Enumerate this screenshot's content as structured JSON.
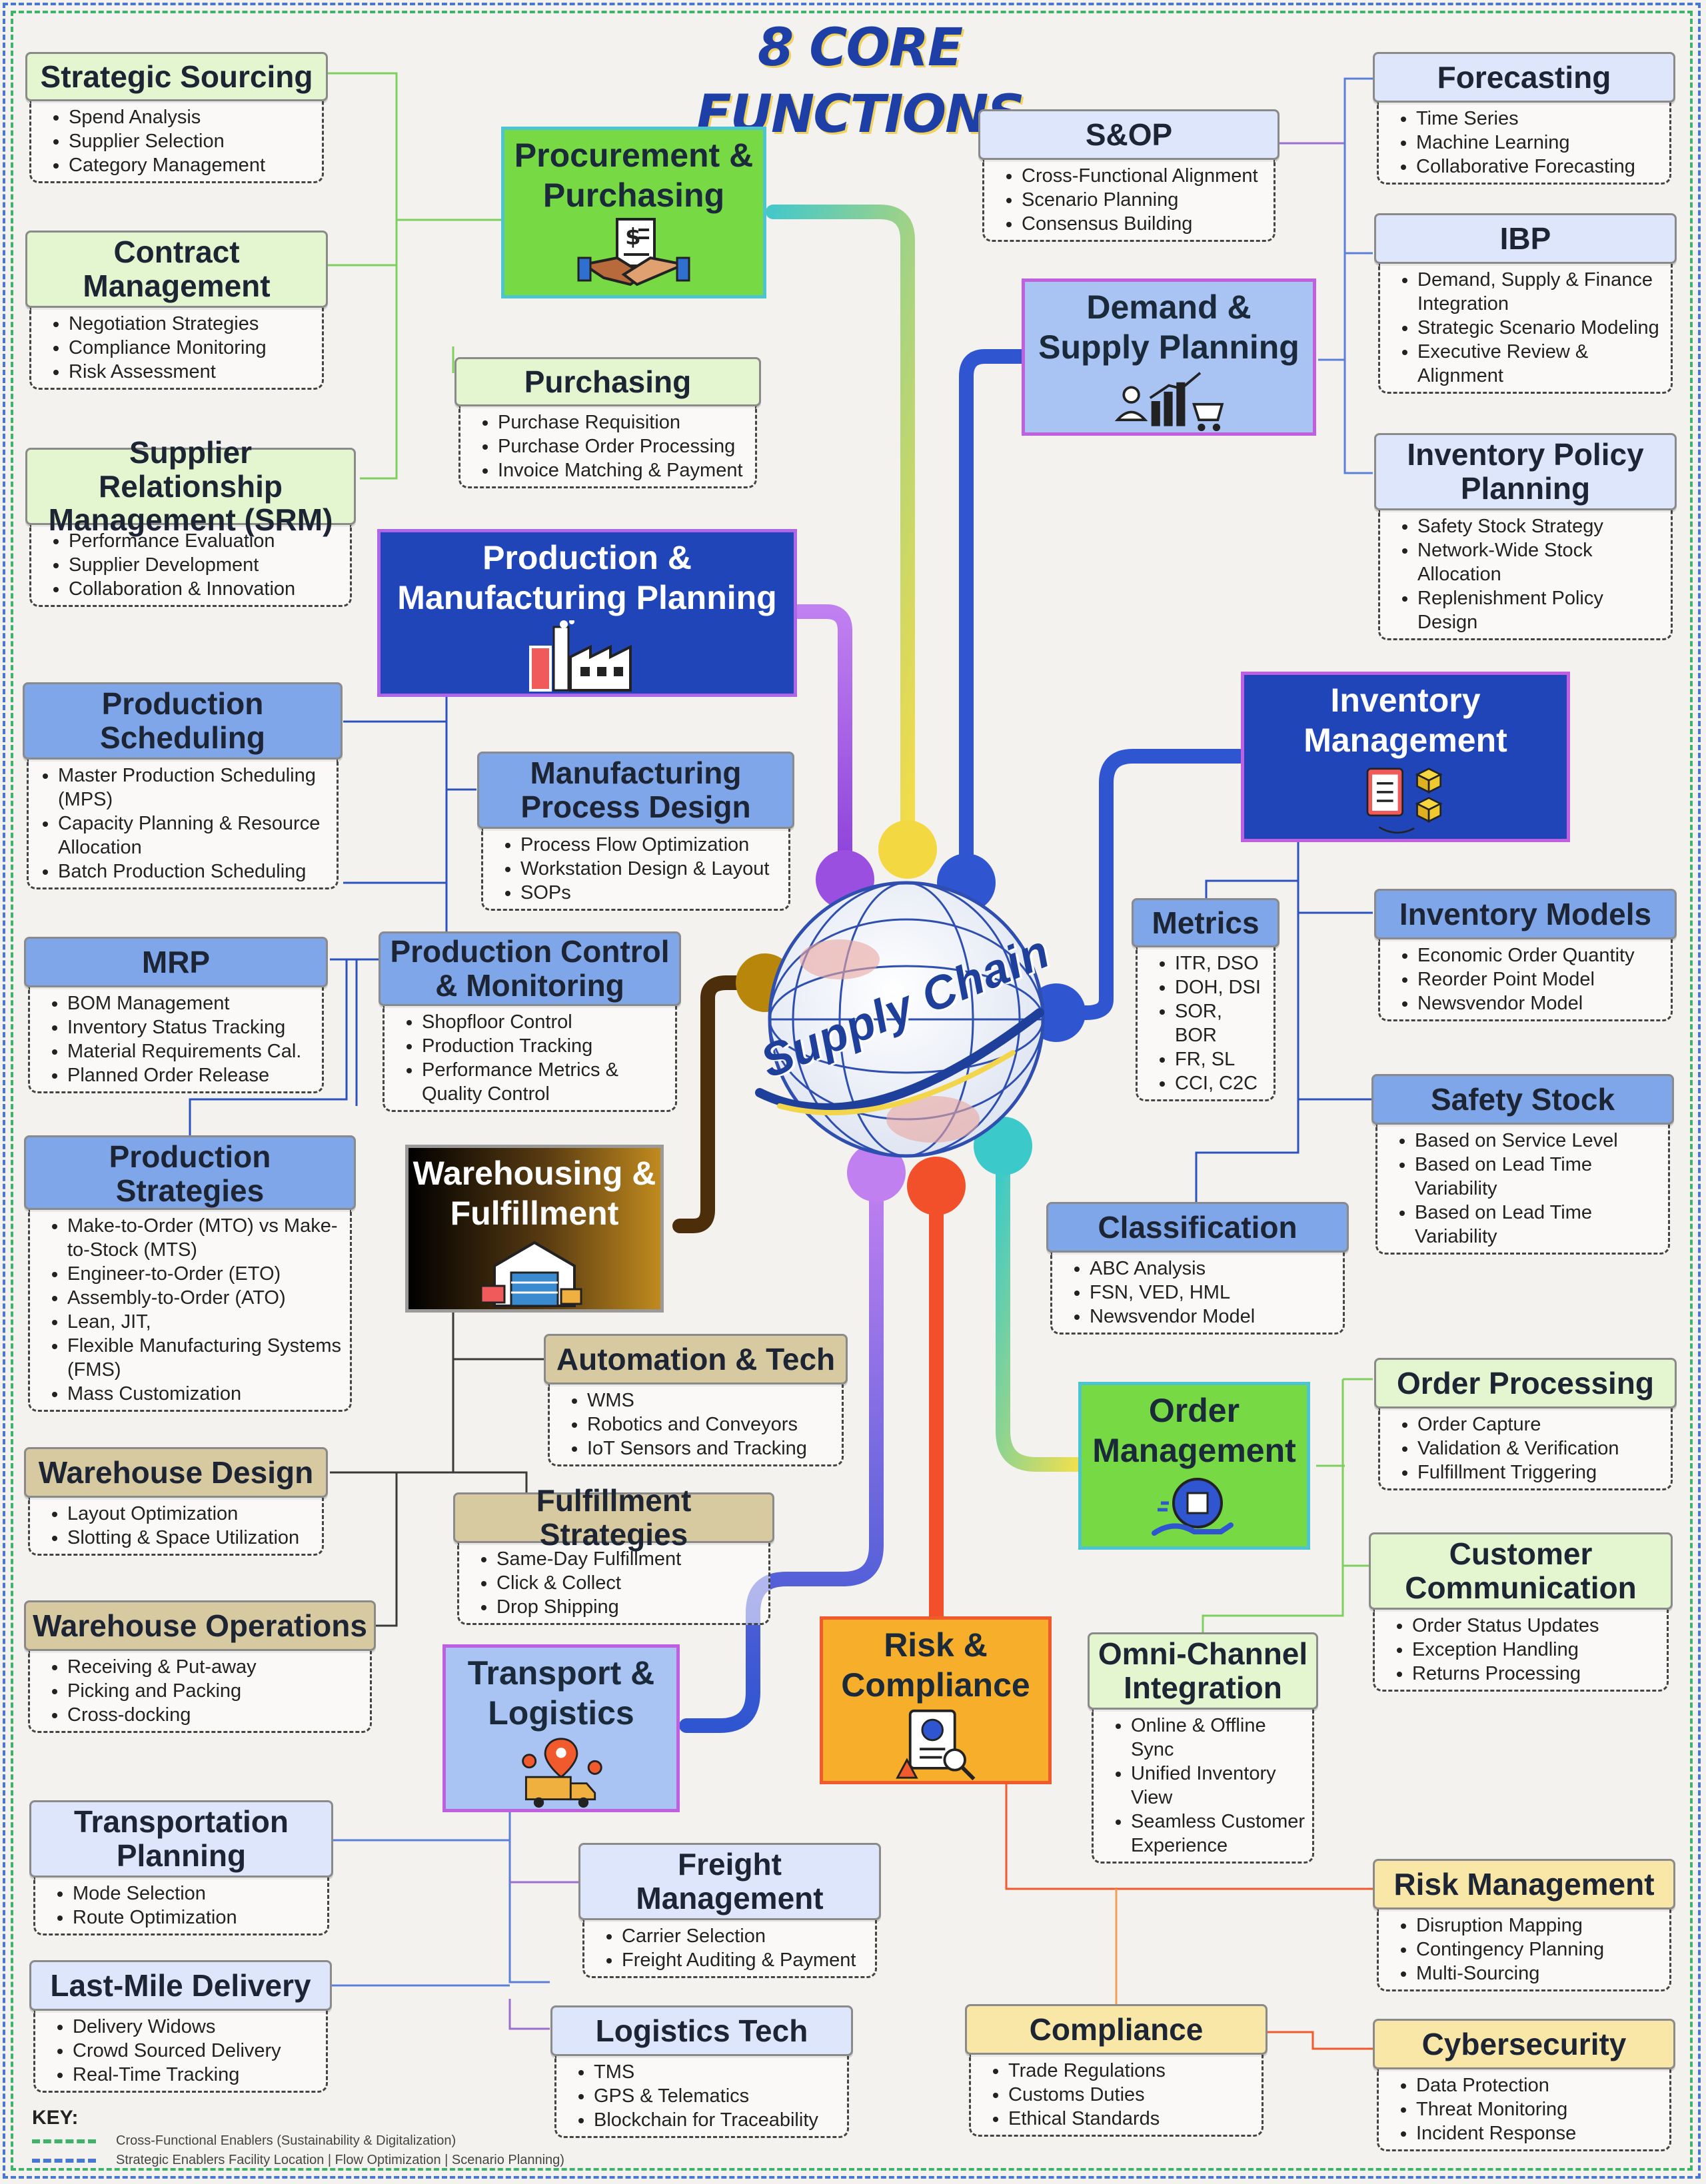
{
  "title": "8 CORE FUNCTIONS",
  "hub": {
    "label": "Supply Chain"
  },
  "colors": {
    "procurement": "#77d944",
    "demand": "#a9c4f3",
    "production": "#1f45b8",
    "inventory": "#1f45b8",
    "order": "#77d944",
    "risk": "#f7ae2a",
    "transport": "#a9c4f3"
  },
  "functions": {
    "procurement": "Procurement & Purchasing",
    "demand": "Demand & Supply Planning",
    "production": "Production & Manufacturing Planning",
    "inventory": "Inventory Management",
    "warehousing": "Warehousing & Fulfillment",
    "order": "Order Management",
    "risk": "Risk & Compliance",
    "transport": "Transport & Logistics"
  },
  "subs": {
    "strategic_sourcing": {
      "title": "Strategic Sourcing",
      "items": [
        "Spend Analysis",
        "Supplier Selection",
        "Category Management"
      ]
    },
    "contract_management": {
      "title": "Contract Management",
      "items": [
        "Negotiation Strategies",
        "Compliance Monitoring",
        "Risk Assessment"
      ]
    },
    "purchasing": {
      "title": "Purchasing",
      "items": [
        "Purchase Requisition",
        "Purchase Order Processing",
        "Invoice Matching & Payment"
      ]
    },
    "srm": {
      "title": "Supplier Relationship Management (SRM)",
      "items": [
        "Performance Evaluation",
        "Supplier Development",
        "Collaboration & Innovation"
      ]
    },
    "sop": {
      "title": "S&OP",
      "items": [
        "Cross-Functional Alignment",
        "Scenario Planning",
        "Consensus Building"
      ]
    },
    "forecasting": {
      "title": "Forecasting",
      "items": [
        "Time Series",
        "Machine Learning",
        "Collaborative Forecasting"
      ]
    },
    "ibp": {
      "title": "IBP",
      "items": [
        "Demand, Supply & Finance Integration",
        "Strategic Scenario Modeling",
        "Executive Review & Alignment"
      ]
    },
    "inventory_policy": {
      "title": "Inventory Policy Planning",
      "items": [
        "Safety Stock Strategy",
        "Network-Wide Stock Allocation",
        "Replenishment Policy Design"
      ]
    },
    "production_scheduling": {
      "title": "Production Scheduling",
      "items": [
        "Master Production Scheduling (MPS)",
        "Capacity Planning & Resource Allocation",
        "Batch Production Scheduling"
      ]
    },
    "manufacturing_process": {
      "title": "Manufacturing Process Design",
      "items": [
        "Process Flow Optimization",
        "Workstation Design & Layout",
        "SOPs"
      ]
    },
    "mrp": {
      "title": "MRP",
      "items": [
        "BOM Management",
        "Inventory Status Tracking",
        "Material Requirements Cal.",
        "Planned Order Release"
      ]
    },
    "production_control": {
      "title": "Production Control & Monitoring",
      "items": [
        "Shopfloor Control",
        "Production Tracking",
        "Performance Metrics & Quality Control"
      ]
    },
    "production_strategies": {
      "title": "Production Strategies",
      "items": [
        "Make-to-Order (MTO) vs Make-to-Stock (MTS)",
        "Engineer-to-Order (ETO)",
        "Assembly-to-Order (ATO)",
        "Lean, JIT,",
        "Flexible Manufacturing Systems (FMS)",
        "Mass Customization"
      ]
    },
    "metrics": {
      "title": "Metrics",
      "items": [
        "ITR, DSO",
        "DOH, DSI",
        "SOR, BOR",
        "FR, SL",
        "CCI, C2C"
      ]
    },
    "inventory_models": {
      "title": "Inventory Models",
      "items": [
        "Economic Order Quantity",
        "Reorder Point Model",
        "Newsvendor Model"
      ]
    },
    "safety_stock": {
      "title": "Safety Stock",
      "items": [
        "Based on Service Level",
        "Based on Lead Time Variability",
        "Based on Lead Time Variability"
      ]
    },
    "classification": {
      "title": "Classification",
      "items": [
        "ABC Analysis",
        "FSN, VED, HML",
        "Newsvendor Model"
      ]
    },
    "automation": {
      "title": "Automation & Tech",
      "items": [
        "WMS",
        "Robotics and Conveyors",
        "IoT Sensors and Tracking"
      ]
    },
    "warehouse_design": {
      "title": "Warehouse Design",
      "items": [
        "Layout Optimization",
        "Slotting & Space Utilization"
      ]
    },
    "fulfillment_strategies": {
      "title": "Fulfillment Strategies",
      "items": [
        "Same-Day Fulfillment",
        "Click & Collect",
        "Drop Shipping"
      ]
    },
    "warehouse_operations": {
      "title": "Warehouse Operations",
      "items": [
        "Receiving & Put-away",
        "Picking and Packing",
        "Cross-docking"
      ]
    },
    "order_processing": {
      "title": "Order Processing",
      "items": [
        "Order Capture",
        "Validation & Verification",
        "Fulfillment Triggering"
      ]
    },
    "customer_communication": {
      "title": "Customer Communication",
      "items": [
        "Order Status Updates",
        "Exception Handling",
        "Returns Processing"
      ]
    },
    "omni_channel": {
      "title": "Omni-Channel Integration",
      "items": [
        "Online & Offline Sync",
        "Unified Inventory View",
        "Seamless Customer Experience"
      ]
    },
    "risk_management": {
      "title": "Risk Management",
      "items": [
        "Disruption Mapping",
        "Contingency Planning",
        "Multi-Sourcing"
      ]
    },
    "compliance": {
      "title": "Compliance",
      "items": [
        "Trade Regulations",
        "Customs Duties",
        "Ethical Standards"
      ]
    },
    "cybersecurity": {
      "title": "Cybersecurity",
      "items": [
        "Data Protection",
        "Threat Monitoring",
        "Incident Response"
      ]
    },
    "transportation_planning": {
      "title": "Transportation Planning",
      "items": [
        "Mode Selection",
        "Route Optimization"
      ]
    },
    "freight_management": {
      "title": "Freight Management",
      "items": [
        "Carrier Selection",
        "Freight Auditing & Payment"
      ]
    },
    "last_mile": {
      "title": "Last-Mile Delivery",
      "items": [
        "Delivery Widows",
        "Crowd Sourced Delivery",
        "Real-Time Tracking"
      ]
    },
    "logistics_tech": {
      "title": "Logistics Tech",
      "items": [
        "TMS",
        "GPS & Telematics",
        "Blockchain for Traceability"
      ]
    }
  },
  "key": {
    "title": "KEY:",
    "green_label": "Cross-Functional Enablers (Sustainability & Digitalization)",
    "blue_label": "Strategic Enablers Facility Location | Flow Optimization | Scenario Planning)",
    "green_color": "#3fb36a",
    "blue_color": "#4a78d0"
  }
}
